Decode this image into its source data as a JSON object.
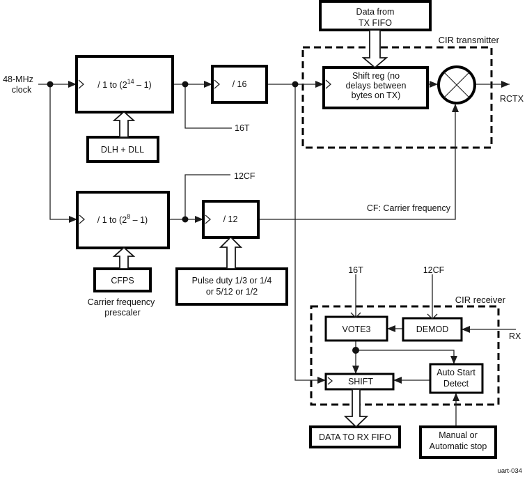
{
  "figure_label": "uart-034",
  "colors": {
    "line": "#000000",
    "background": "#ffffff"
  },
  "clock": {
    "line1": "48-MHz",
    "line2": "clock"
  },
  "tx": {
    "region_label": "CIR transmitter",
    "tx_fifo": {
      "line1": "Data from",
      "line2": "TX FIFO"
    },
    "prescaler1": {
      "prefix": "/ 1 to (2",
      "sup": "14",
      "suffix": " – 1)"
    },
    "dlh_dll": "DLH + DLL",
    "div16": "/ 16",
    "tap_16t": "16T",
    "shift_reg": {
      "line1": "Shift reg (no",
      "line2": "delays between",
      "line3": "bytes on TX)"
    },
    "rctx": "RCTX"
  },
  "carrier": {
    "prescaler2": {
      "prefix": "/ 1 to (2",
      "sup": "8",
      "suffix": " – 1)"
    },
    "cfps": "CFPS",
    "cfps_caption": {
      "line1": "Carrier frequency",
      "line2": "prescaler"
    },
    "div12": "/ 12",
    "tap_12cf": "12CF",
    "pulse_duty": {
      "line1": "Pulse duty 1/3 or 1/4",
      "line2": "or 5/12 or 1/2"
    },
    "cf_note": "CF: Carrier frequency"
  },
  "rx": {
    "region_label": "CIR receiver",
    "sig_16t": "16T",
    "sig_12cf": "12CF",
    "vote3": "VOTE3",
    "demod": "DEMOD",
    "rx_input": "RX",
    "shift": "SHIFT",
    "auto_start": {
      "line1": "Auto Start",
      "line2": "Detect"
    },
    "data_to_rx_fifo": "DATA TO RX FIFO",
    "stop": {
      "line1": "Manual or",
      "line2": "Automatic stop"
    }
  }
}
